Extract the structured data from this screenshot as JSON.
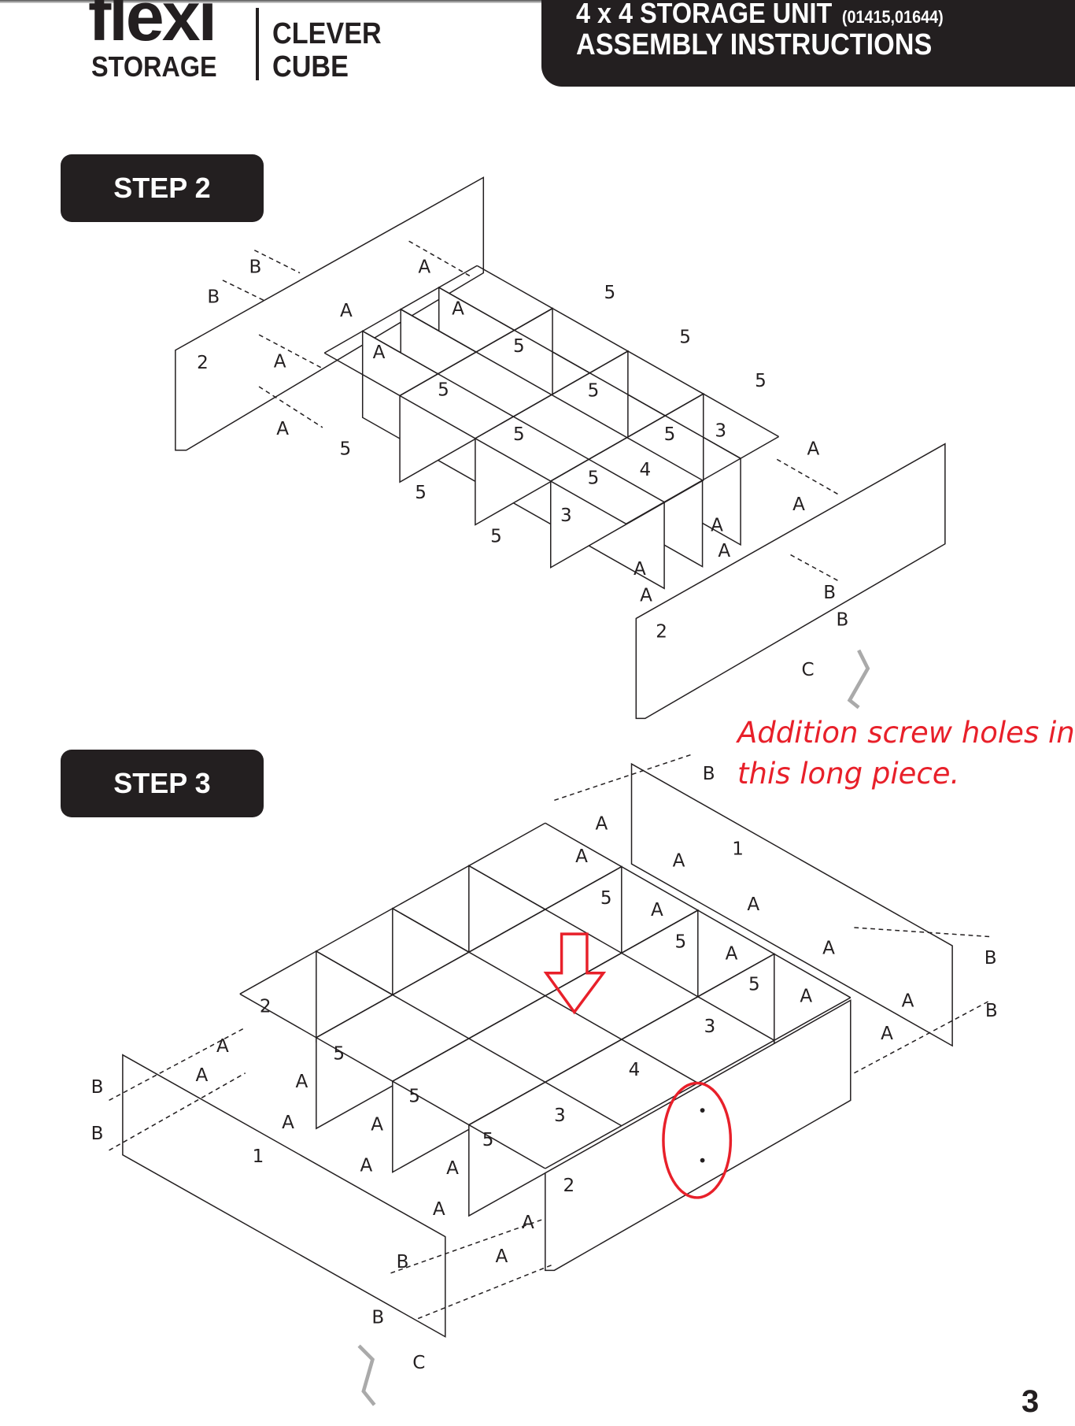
{
  "header": {
    "brand_line1": "flexi",
    "brand_line2": "STORAGE",
    "product_line1": "CLEVER",
    "product_line2": "CUBE",
    "title": "4 x 4 STORAGE UNIT",
    "model_numbers": "(01415,01644)",
    "subtitle": "ASSEMBLY INSTRUCTIONS"
  },
  "steps": [
    {
      "label": "STEP 2"
    },
    {
      "label": "STEP 3"
    }
  ],
  "parts": {
    "A": "A",
    "B": "B",
    "C": "C",
    "p1": "1",
    "p2": "2",
    "p3": "3",
    "p4": "4",
    "p5": "5"
  },
  "annotation": {
    "line1": "Addition screw holes in",
    "line2": "this long piece.",
    "color": "#e8202a"
  },
  "page_number": "3"
}
